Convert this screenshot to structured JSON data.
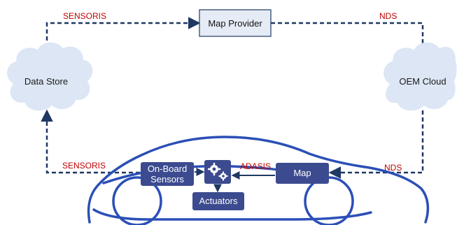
{
  "nodes": {
    "map_provider": "Map Provider",
    "data_store": "Data Store",
    "oem_cloud": "OEM Cloud",
    "onboard_sensors_line1": "On-Board",
    "onboard_sensors_line2": "Sensors",
    "actuators": "Actuators",
    "map": "Map"
  },
  "protocols": {
    "top_left": "SENSORIS",
    "top_right": "NDS",
    "bottom_left": "SENSORIS",
    "bottom_right": "NDS",
    "adasis": "ADASIS"
  },
  "colors": {
    "dark_blue": "#1f3864",
    "box_fill": "#3c4b8f",
    "cloud_fill": "#dce6f4",
    "car_outline": "#2b4fb7",
    "protocol_red": "#c00000",
    "provider_fill": "#e6ecf6"
  }
}
